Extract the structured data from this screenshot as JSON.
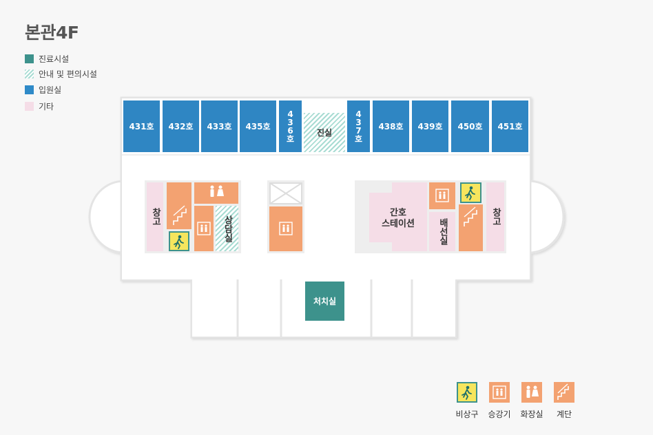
{
  "map": {
    "title": "본관4F",
    "legend": [
      {
        "label": "진료시설",
        "color": "#3d928c"
      },
      {
        "label": "안내 및 편의시설",
        "color": "#a9dcd3"
      },
      {
        "label": "입원실",
        "color": "#2f8ac8"
      },
      {
        "label": "기타",
        "color": "#f5dde7"
      }
    ],
    "rooms": {
      "r431": "431호",
      "r432": "432호",
      "r433": "433호",
      "r435": "435호",
      "r436": [
        "4",
        "3",
        "6",
        "호"
      ],
      "jinsil": "진실",
      "r437": [
        "4",
        "3",
        "7",
        "호"
      ],
      "r438": "438호",
      "r439": "439호",
      "r450": "450호",
      "r451": "451호"
    },
    "inner": {
      "storage_left": "창고",
      "sangdam": "상담실",
      "nurse_1": "간호",
      "nurse_2": "스테이션",
      "baesik": "배선실",
      "storage_right": "창고",
      "treatment": "처치실"
    },
    "icon_legend": [
      {
        "label": "비상구",
        "icon": "emergency-exit-icon"
      },
      {
        "label": "승강기",
        "icon": "elevator-icon"
      },
      {
        "label": "화장실",
        "icon": "restroom-icon"
      },
      {
        "label": "계단",
        "icon": "stairs-icon"
      }
    ],
    "colors": {
      "ward": "#2f86c3",
      "clinic": "#3d928c",
      "facility": "#f3a271",
      "other": "#f5dde7",
      "exit": "#f6e55d"
    }
  }
}
